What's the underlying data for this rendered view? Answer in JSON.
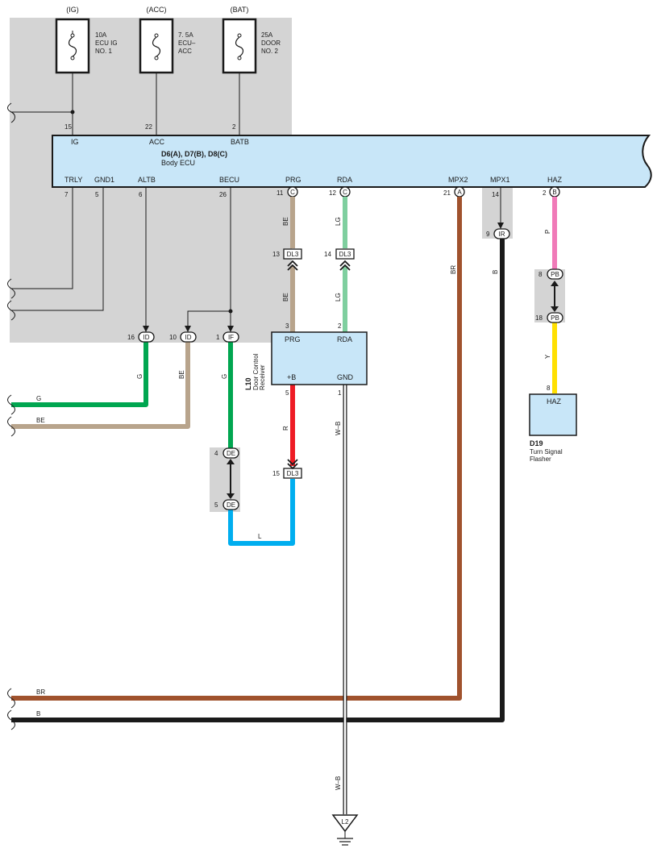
{
  "fuses": [
    {
      "power": "(IG)",
      "rating": "10A",
      "line2": "ECU IG",
      "line3": "NO. 1"
    },
    {
      "power": "(ACC)",
      "rating": "7. 5A",
      "line2": "ECU–",
      "line3": "ACC"
    },
    {
      "power": "(BAT)",
      "rating": "25A",
      "line2": "DOOR",
      "line3": "NO. 2"
    }
  ],
  "body_ecu": {
    "title": "D6(A), D7(B), D8(C)",
    "name": "Body ECU",
    "top_pins": [
      {
        "num": "15",
        "label": "IG"
      },
      {
        "num": "22",
        "label": "ACC"
      },
      {
        "num": "2",
        "label": "BATB"
      }
    ],
    "bottom_pins": [
      {
        "num": "7",
        "label": "TRLY"
      },
      {
        "num": "5",
        "label": "GND1"
      },
      {
        "num": "6",
        "label": "ALTB"
      },
      {
        "num": "26",
        "label": "BECU"
      },
      {
        "num": "11",
        "label": "PRG",
        "conn": "C"
      },
      {
        "num": "12",
        "label": "RDA",
        "conn": "C"
      },
      {
        "num": "21",
        "label": "MPX2",
        "conn": "A"
      },
      {
        "num": "14",
        "label": "MPX1"
      },
      {
        "num": "2",
        "label": "HAZ",
        "conn": "B"
      }
    ]
  },
  "junctions": [
    {
      "num": "16",
      "id": "ID"
    },
    {
      "num": "10",
      "id": "ID"
    },
    {
      "num": "1",
      "id": "IF"
    },
    {
      "num": "4",
      "id": "DE"
    },
    {
      "num": "5",
      "id": "DE"
    },
    {
      "num": "9",
      "id": "IR"
    },
    {
      "num": "8",
      "id": "PB"
    },
    {
      "num": "18",
      "id": "PB"
    }
  ],
  "dl3": [
    {
      "num": "13",
      "id": "DL3"
    },
    {
      "num": "14",
      "id": "DL3"
    },
    {
      "num": "15",
      "id": "DL3"
    }
  ],
  "receiver": {
    "code": "L10",
    "name1": "Door Control",
    "name2": "Receiver",
    "pin_prg": "PRG",
    "num_prg": "3",
    "pin_rda": "RDA",
    "num_rda": "2",
    "pin_b": "+B",
    "num_b": "5",
    "pin_gnd": "GND",
    "num_gnd": "1"
  },
  "flasher": {
    "code": "D19",
    "name1": "Turn Signal",
    "name2": "Flasher",
    "pin": "HAZ",
    "num": "8"
  },
  "ground": {
    "id": "L2"
  },
  "wire_labels": {
    "be": "BE",
    "lg": "LG",
    "br": "BR",
    "b": "B",
    "p": "P",
    "y": "Y",
    "g": "G",
    "r": "R",
    "l": "L",
    "wb": "W–B"
  },
  "colors": {
    "green": "#00a650",
    "tan": "#b8a48c",
    "light_green": "#7fcf9f",
    "brown": "#a0522d",
    "black": "#1a1a1a",
    "pink": "#f07ab8",
    "yellow": "#ffe000",
    "red": "#ee1c25",
    "blue": "#00aeef",
    "shade": "#d4d4d4",
    "ecu_fill": "#c8e6f8"
  }
}
